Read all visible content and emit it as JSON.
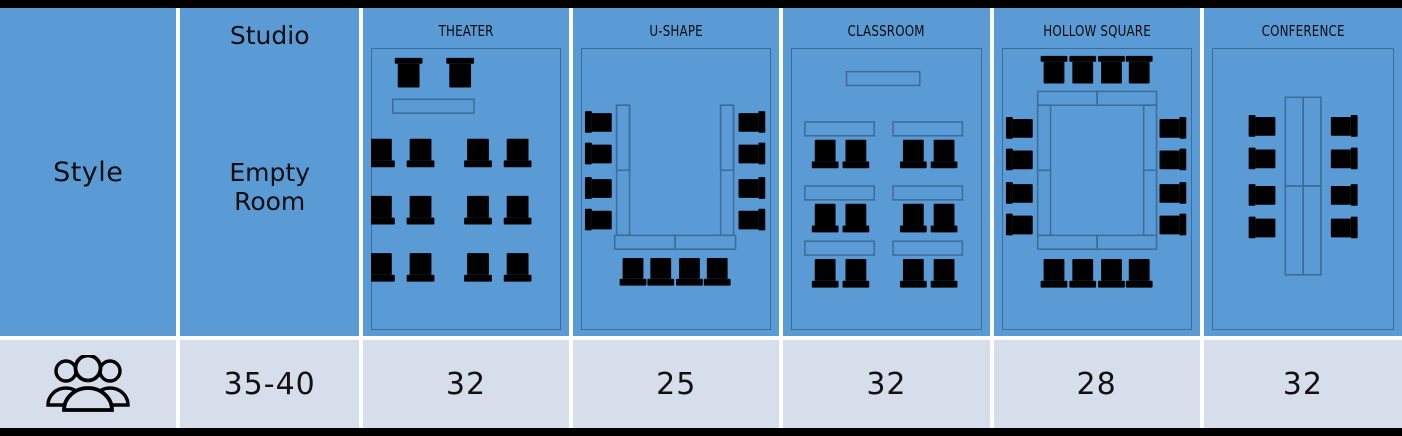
{
  "table": {
    "row_header": {
      "style_label": "Style",
      "variant_top": "Studio",
      "variant_bottom": "Empty\nRoom",
      "variant_bottom_line1": "Empty",
      "variant_bottom_line2": "Room"
    },
    "capacity_icon_name": "people-group-icon",
    "columns": [
      {
        "id": "theater",
        "title": "THEATER",
        "capacity": "32",
        "diagram": "theater"
      },
      {
        "id": "u-shape",
        "title": "U-SHAPE",
        "capacity": "25",
        "diagram": "u-shape"
      },
      {
        "id": "classroom",
        "title": "CLASSROOM",
        "capacity": "32",
        "diagram": "classroom"
      },
      {
        "id": "hollow-square",
        "title": "HOLLOW SQUARE",
        "capacity": "28",
        "diagram": "hollow-square"
      },
      {
        "id": "conference",
        "title": "CONFERENCE",
        "capacity": "32",
        "diagram": "conference"
      }
    ],
    "variant_capacity": "35-40"
  },
  "colors": {
    "header_blue": "#5B9BD5",
    "capacity_row": "#D6DEEC",
    "furniture_outline": "#3d6d99",
    "chair_fill": "#000000",
    "grid_gap": "#ffffff",
    "page_border": "#000000"
  },
  "diagram_details": {
    "theater": {
      "front_chairs": 2,
      "head_table": 1,
      "seat_rows": 3,
      "seats_per_row": 4
    },
    "u-shape": {
      "left_chairs": 4,
      "right_chairs": 4,
      "bottom_chairs": 4,
      "table_shape": "U"
    },
    "classroom": {
      "head_table": 1,
      "table_rows": 3,
      "tables_per_row": 2,
      "chairs_per_table": 2
    },
    "hollow-square": {
      "top_chairs": 4,
      "bottom_chairs": 4,
      "left_chairs": 4,
      "right_chairs": 4,
      "table_shape": "hollow-square"
    },
    "conference": {
      "left_chairs": 4,
      "right_chairs": 4,
      "table_shape": "long-rectangle"
    }
  }
}
